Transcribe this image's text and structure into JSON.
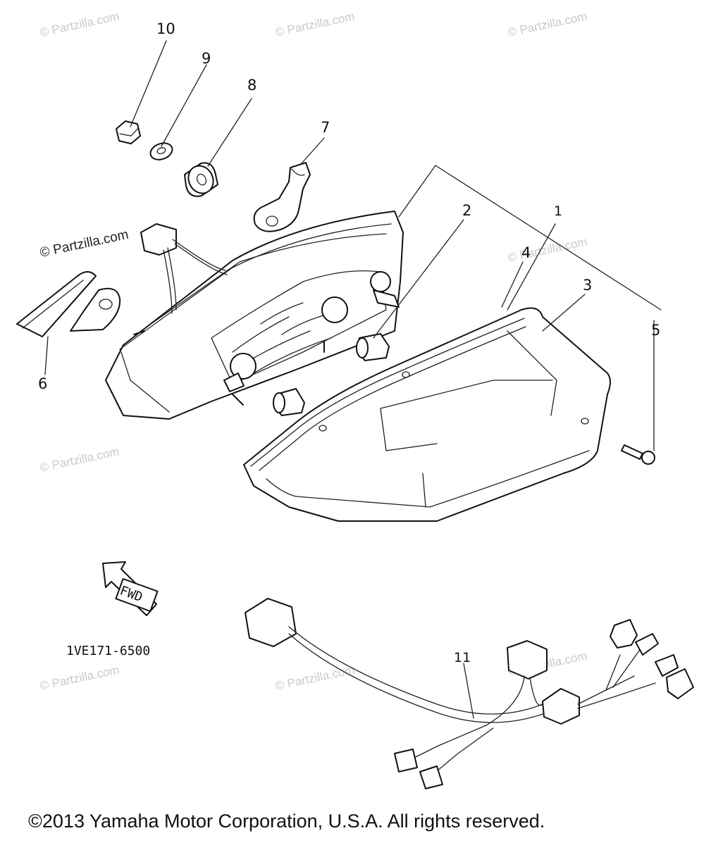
{
  "watermark": {
    "text": "© Partzilla.com",
    "dark_text": "© Partzilla.com"
  },
  "callouts": {
    "c1": "1",
    "c2": "2",
    "c3": "3",
    "c4": "4",
    "c5": "5",
    "c6": "6",
    "c7": "7",
    "c8": "8",
    "c9": "9",
    "c10": "10",
    "c11": "11"
  },
  "fwd_label": "FWD",
  "diagram_code": "1VE171-6500",
  "copyright": "©2013  Yamaha Motor Corporation, U.S.A. All rights reserved."
}
